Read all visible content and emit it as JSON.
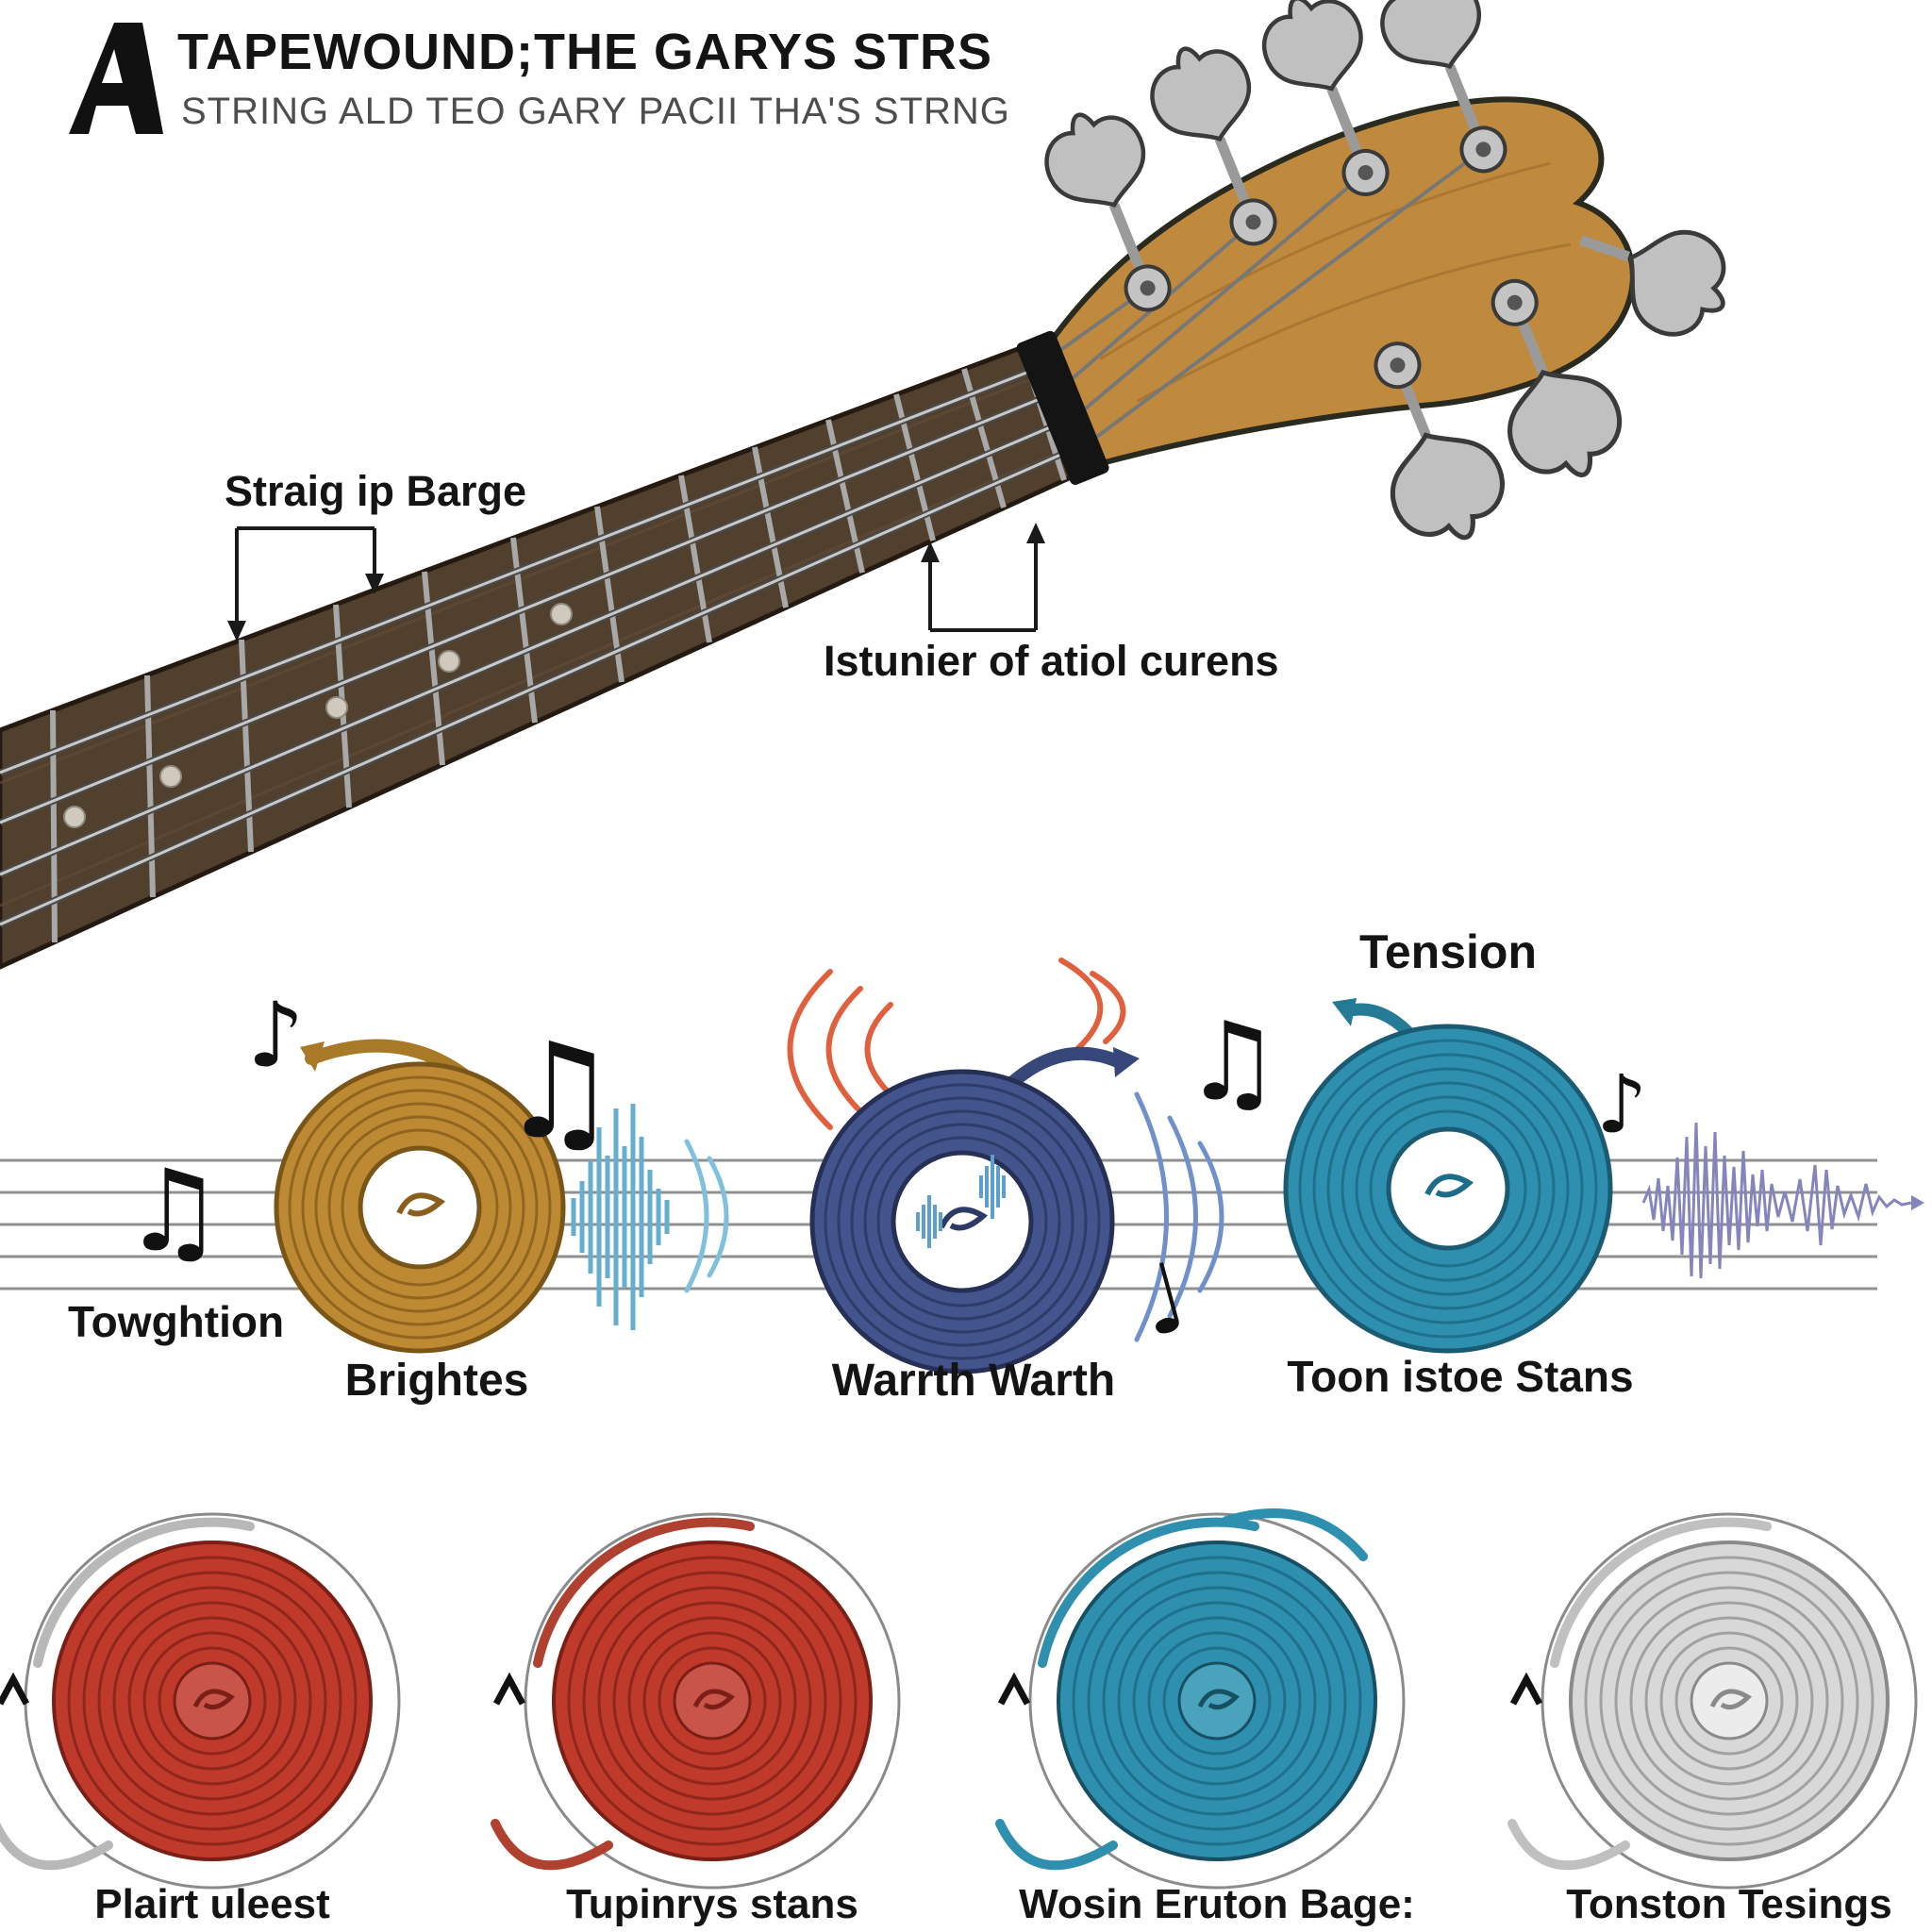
{
  "header": {
    "title": "TAPEWOUND;THE GARYS STRS",
    "subtitle": "STRING ALD TEO GARY PACII THA'S STRNG"
  },
  "neck_annotations": {
    "left_label": "Straig ip Barge",
    "right_label": "Istunier of atiol curens"
  },
  "tone_section": {
    "side_label": "Towghtion",
    "coil_gold_caption": "Brightes",
    "coil_navy_caption": "Warrth Warth",
    "coil_teal_title": "Tension",
    "coil_teal_caption": "Toon istoe Stans"
  },
  "bottom_items": [
    {
      "label": "Plairt uleest"
    },
    {
      "label": "Tupinrys stans"
    },
    {
      "label": "Wosin Eruton Bage:"
    },
    {
      "label": "Tonston Tesings"
    }
  ],
  "icons": {
    "note_single": "♪",
    "note_beamed": "♫",
    "note_quarter": "♩"
  },
  "colors": {
    "coil_gold": "#bd8a33",
    "coil_navy": "#44548c",
    "coil_teal": "#2f8fae",
    "coil_red": "#c03a2c",
    "coil_gray": "#d8d8d8",
    "wood": "#c08a3e",
    "fretboard": "#52402f",
    "wave_blue": "#64aed0",
    "arc_orange": "#e0603d",
    "waveform_purple": "#8585bd"
  }
}
